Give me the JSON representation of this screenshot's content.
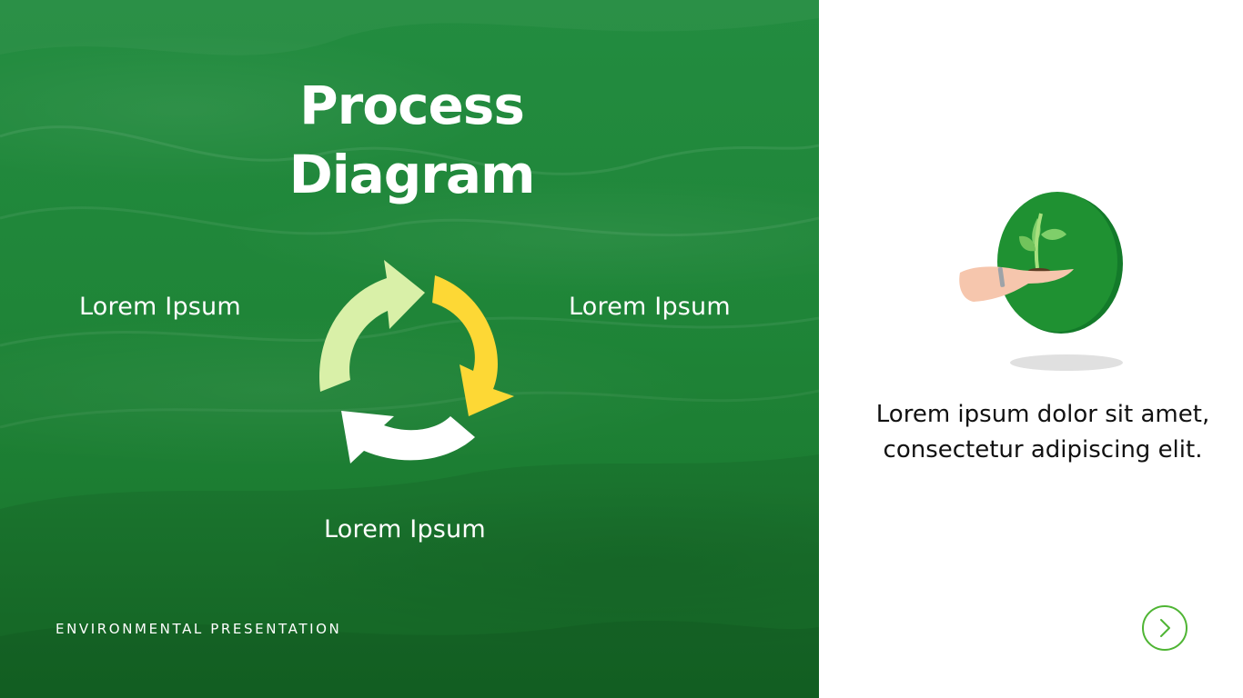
{
  "slide": {
    "title_line1": "Process",
    "title_line2": "Diagram",
    "cycle_labels": {
      "left": "Lorem Ipsum",
      "right": "Lorem Ipsum",
      "bottom": "Lorem Ipsum"
    },
    "footer": "ENVIRONMENTAL PRESENTATION",
    "description": "Lorem ipsum dolor sit amet, consectetur adipiscing elit.",
    "icons": {
      "cycle": "recycle-arrows-icon",
      "illustration": "hand-holding-sprout-icon",
      "next": "chevron-right-icon"
    },
    "colors": {
      "background_green": "#1f8538",
      "arrow_light_green": "#d9f0a8",
      "arrow_yellow": "#fdd835",
      "arrow_white": "#ffffff",
      "next_button": "#4fb534",
      "text_dark": "#111111"
    }
  }
}
